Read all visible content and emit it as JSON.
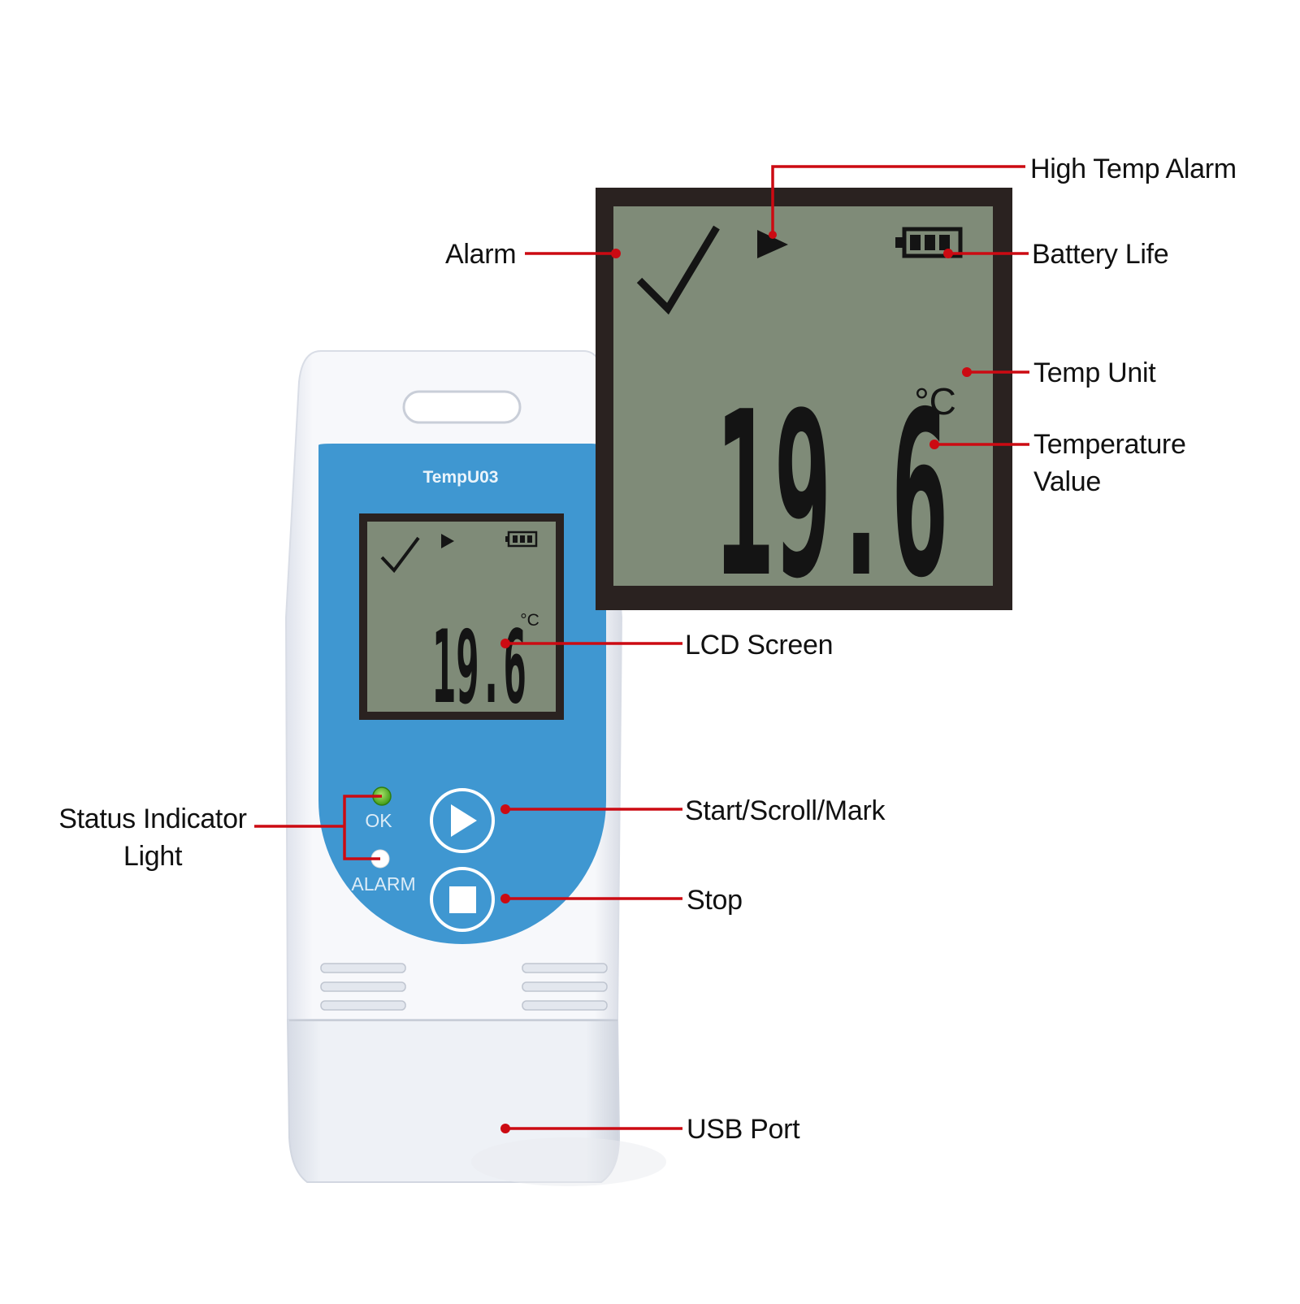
{
  "device": {
    "model": "TempU03",
    "ok_label": "OK",
    "alarm_label": "ALARM"
  },
  "lcd": {
    "temperature": "19.6",
    "unit": "°C",
    "battery_level": 1.0
  },
  "callouts": {
    "high_temp_alarm": "High Temp Alarm",
    "alarm": "Alarm",
    "battery_life": "Battery Life",
    "temp_unit": "Temp Unit",
    "temperature_value_line1": "Temperature",
    "temperature_value_line2": "Value",
    "lcd_screen": "LCD Screen",
    "status_indicator_line1": "Status Indicator",
    "status_indicator_line2": "Light",
    "start_scroll_mark": "Start/Scroll/Mark",
    "stop": "Stop",
    "usb_port": "USB Port"
  },
  "colors": {
    "leader_line": "#cc0a12",
    "device_blue": "#3f97d1",
    "lcd_background": "#7f8b78",
    "lcd_frame": "#2a2220",
    "ok_led": "#5cbf2a",
    "alarm_led": "#ffffff"
  },
  "icons": [
    "checkmark-icon",
    "play-triangle-icon",
    "battery-icon",
    "play-button-icon",
    "stop-button-icon"
  ]
}
